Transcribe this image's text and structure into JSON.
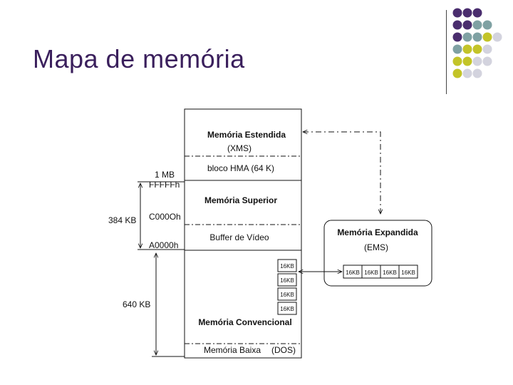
{
  "title": "Mapa de memória",
  "colors": {
    "title": "#3a1f5c",
    "dot_purple": "#4a2d6e",
    "dot_teal": "#7fa1a3",
    "dot_olive": "#c3c428",
    "dot_gray": "#d3d3de"
  },
  "dots": [
    [
      "purple",
      "purple",
      "purple"
    ],
    [
      "purple",
      "purple",
      "teal",
      "teal"
    ],
    [
      "purple",
      "teal",
      "teal",
      "olive",
      "gray"
    ],
    [
      "teal",
      "olive",
      "olive",
      "gray"
    ],
    [
      "olive",
      "olive",
      "gray",
      "gray"
    ],
    [
      "olive",
      "gray",
      "gray"
    ]
  ],
  "diagram": {
    "xms_title": "Memória Estendida",
    "xms_sub": "(XMS)",
    "hma": "bloco HMA (64 K)",
    "upper": "Memória Superior",
    "video": "Buffer de Vídeo",
    "page_labels": [
      "16KB",
      "16KB",
      "16KB",
      "16KB"
    ],
    "conventional": "Memória Convencional",
    "low": "Memória Baixa",
    "dos": "(DOS)",
    "addr_1mb": "1 MB",
    "addr_fffff": "FFFFFh",
    "addr_c000": "C000Oh",
    "addr_a000": "A0000h",
    "size_384": "384 KB",
    "size_640": "640 KB",
    "ems_title": "Memória Expandida",
    "ems_sub": "(EMS)",
    "ems_pages": [
      "16KB",
      "16KB",
      "16KB",
      "16KB"
    ]
  }
}
